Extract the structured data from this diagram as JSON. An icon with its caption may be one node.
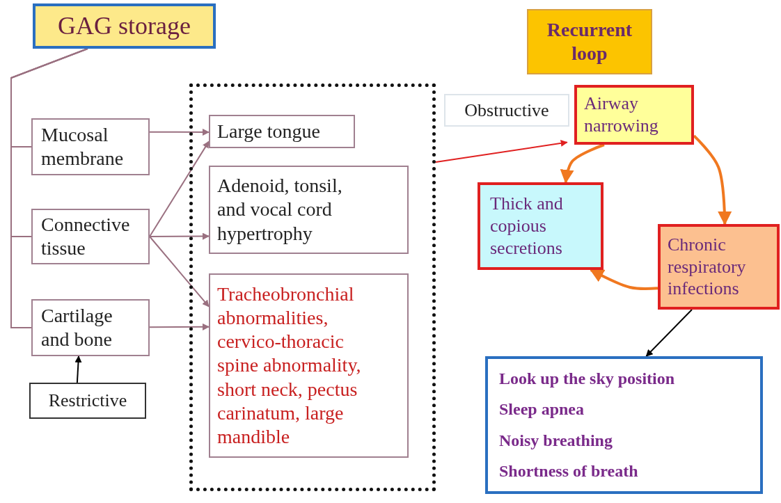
{
  "diagram": {
    "nodes": [
      {
        "text": [
          "GAG storage"
        ]
      },
      {
        "text": [
          "Mucosal membrane"
        ]
      },
      {
        "text": [
          "Connective tissue"
        ]
      },
      {
        "text": [
          "Cartilage and bone"
        ]
      },
      {
        "text": [
          "Restrictive"
        ]
      },
      {
        "text": [],
        "shape": "box"
      },
      {
        "text": [
          "Large tongue"
        ],
        "in": 5
      },
      {
        "text": [
          "Adenoid, tonsil, and vocal cord hypertrophy"
        ],
        "in": 5
      },
      {
        "text": [
          "Tracheobronchial abnormalities, cervico-thoracic spine abnormality, short neck, pectus carinatum, large mandible"
        ],
        "in": 5
      },
      {
        "text": [
          "Recurrent loop"
        ]
      },
      {
        "text": [
          "Obstructive"
        ]
      },
      {
        "text": [
          "Airway narrowing"
        ]
      },
      {
        "text": [
          "Thick and copious secretions"
        ]
      },
      {
        "text": [
          "Chronic respiratory infections"
        ]
      },
      {
        "text": [
          "Look up the sky position",
          "Sleep apnea",
          "Noisy breathing",
          "Shortness of breath"
        ]
      }
    ],
    "edges": [
      {
        "from": 0,
        "to": 1,
        "arrow": "none"
      },
      {
        "from": 0,
        "to": 2,
        "arrow": "none"
      },
      {
        "from": 0,
        "to": 3,
        "arrow": "none"
      },
      {
        "from": 1,
        "to": 6,
        "arrow": "to"
      },
      {
        "from": 2,
        "to": 6,
        "arrow": "to"
      },
      {
        "from": 2,
        "to": 7,
        "arrow": "to"
      },
      {
        "from": 2,
        "to": 8,
        "arrow": "to"
      },
      {
        "from": 3,
        "to": 8,
        "arrow": "to"
      },
      {
        "from": 4,
        "to": 3,
        "arrow": "to",
        "color": "#000000"
      },
      {
        "from": 5,
        "to": 11,
        "arrow": "to",
        "color": "#e02020"
      },
      {
        "from": 11,
        "to": 13,
        "arrow": "to",
        "style": "thick",
        "color": "#f07820"
      },
      {
        "from": 13,
        "to": 12,
        "arrow": "to",
        "style": "thick",
        "color": "#f07820"
      },
      {
        "from": 11,
        "to": 12,
        "arrow": "to",
        "style": "thick",
        "color": "#f07820"
      },
      {
        "from": 13,
        "to": 14,
        "arrow": "to",
        "color": "#000000"
      }
    ]
  }
}
